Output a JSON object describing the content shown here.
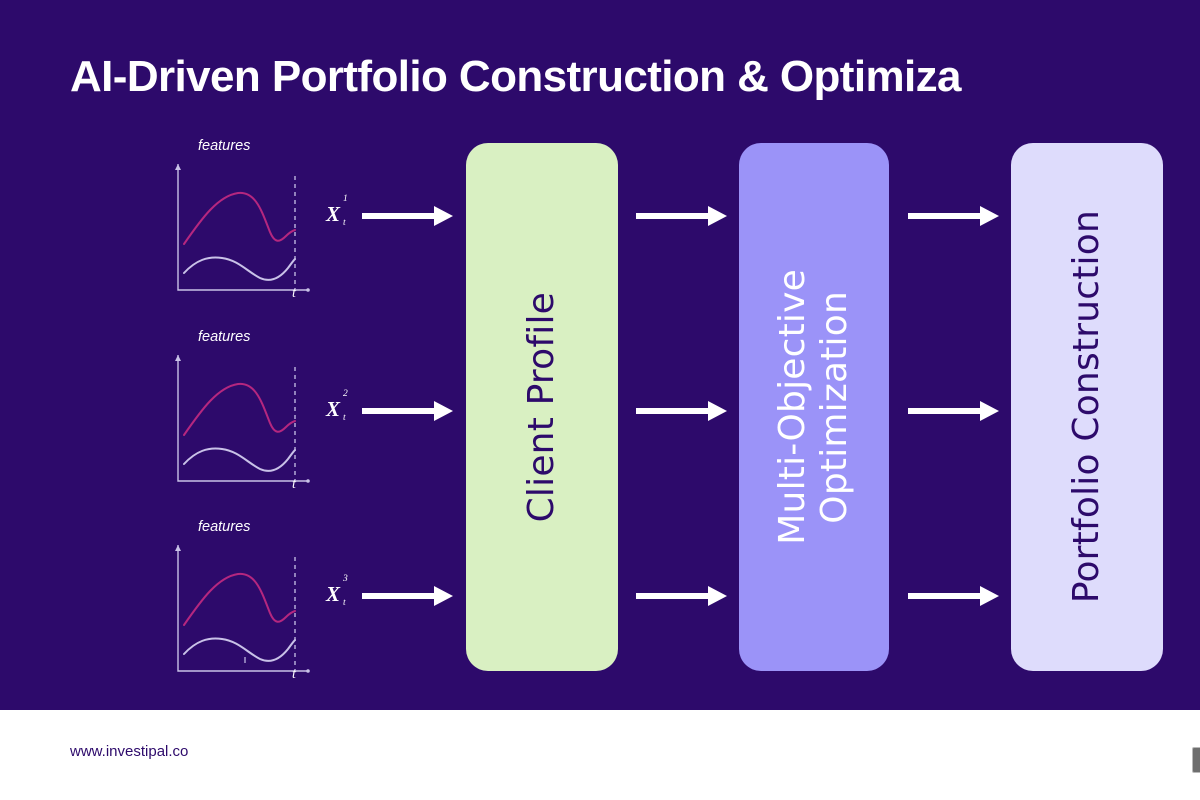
{
  "title": "AI-Driven Portfolio Construction & Optimiza",
  "colors": {
    "background": "#2D0A6B",
    "footer_background": "#FFFFFF",
    "title_text": "#FFFFFF",
    "arrow": "#FFFFFF",
    "box_client_profile": "#D9F0C2",
    "box_optimization": "#9B93F8",
    "box_portfolio": "#DEDCFC",
    "curve_magenta": "#B5277F",
    "curve_lavender": "#C9C2E8",
    "axis": "#C9C2E8"
  },
  "charts": [
    {
      "features_label": "features",
      "x_axis_label": "t",
      "variable": {
        "base": "X",
        "superscript": "1",
        "subscript": "t"
      }
    },
    {
      "features_label": "features",
      "x_axis_label": "t",
      "variable": {
        "base": "X",
        "superscript": "2",
        "subscript": "t"
      }
    },
    {
      "features_label": "features",
      "x_axis_label": "t",
      "variable": {
        "base": "X",
        "superscript": "3",
        "subscript": "t"
      }
    }
  ],
  "boxes": [
    {
      "id": "client-profile",
      "label": "Client Profile"
    },
    {
      "id": "multi-objective-optimization",
      "label": "Multi-Objective\nOptimization",
      "line1": "Multi-Objective",
      "line2": "Optimization"
    },
    {
      "id": "portfolio-construction",
      "label": "Portfolio Construction"
    }
  ],
  "arrows": {
    "count": 9,
    "direction": "right",
    "icon": "arrow-right-icon"
  },
  "footer": {
    "url": "www.investipal.co"
  },
  "chart_data": {
    "type": "line",
    "title": "features",
    "xlabel": "t",
    "ylabel": "",
    "grid": false,
    "legend": false,
    "annotations": [
      "dashed vertical cutoff line near right edge of plot"
    ],
    "series": [
      {
        "name": "feature-curve-upper",
        "color": "#B5277F",
        "x": [
          0.05,
          0.15,
          0.3,
          0.45,
          0.55,
          0.65,
          0.75,
          0.85,
          0.95
        ],
        "y": [
          0.4,
          0.56,
          0.74,
          0.82,
          0.8,
          0.66,
          0.5,
          0.44,
          0.52
        ]
      },
      {
        "name": "feature-curve-lower",
        "color": "#C9C2E8",
        "x": [
          0.05,
          0.15,
          0.3,
          0.45,
          0.55,
          0.65,
          0.75,
          0.85,
          0.95
        ],
        "y": [
          0.18,
          0.28,
          0.34,
          0.31,
          0.25,
          0.19,
          0.17,
          0.24,
          0.37
        ]
      }
    ],
    "xlim": [
      0,
      1
    ],
    "ylim": [
      0,
      1
    ]
  }
}
